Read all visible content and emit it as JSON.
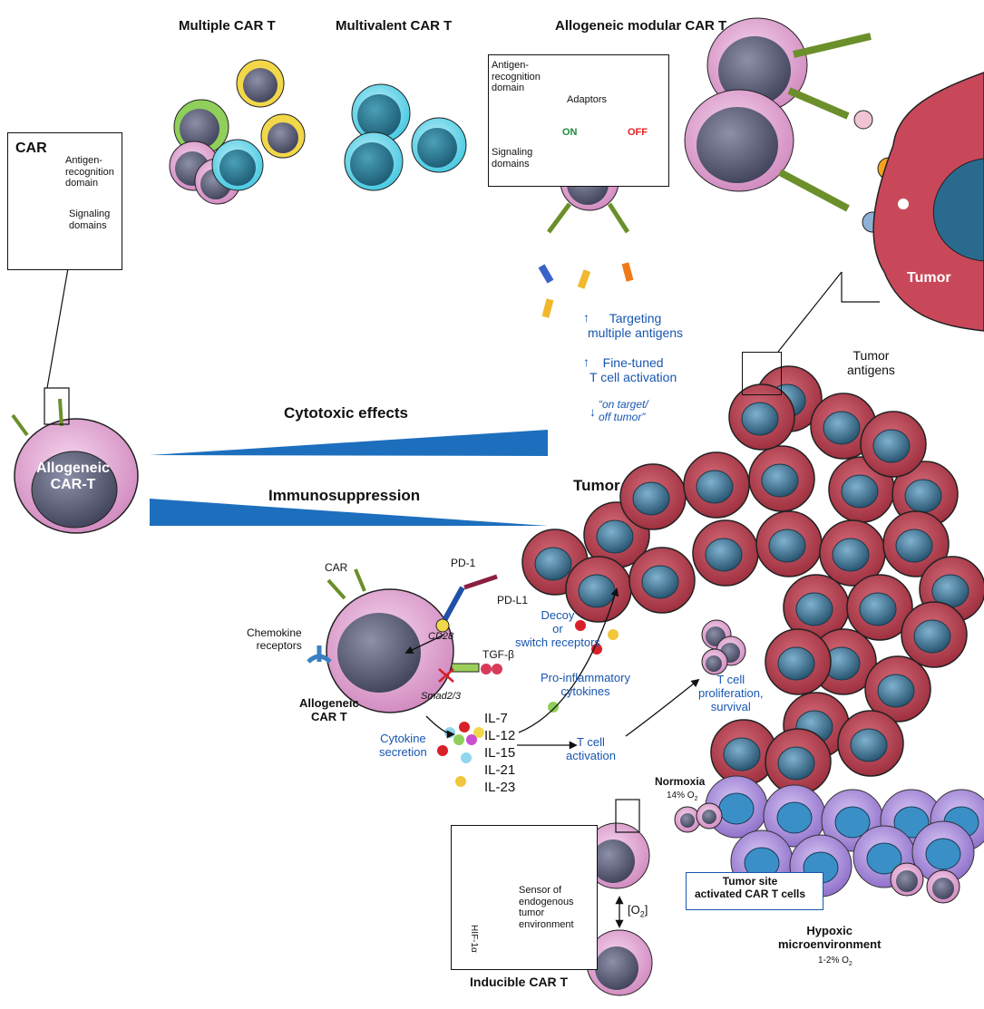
{
  "colors": {
    "accent_blue": "#1756b0",
    "tumor_red": "#b23a4a",
    "tumor_nucleus": "#2f6f93",
    "car_pink": "#e6a8d6",
    "t_cell_nucleus": "#5a5e78",
    "hypoxic_purple": "#a98ad8",
    "on_green": "#1f8a3a",
    "off_red": "#e02020"
  },
  "titles": {
    "multiple": "Multiple CAR T",
    "multivalent": "Multivalent CAR T",
    "allogeneic_modular": "Allogeneic modular CAR T"
  },
  "car_box": {
    "title": "CAR",
    "antigen": "Antigen-\nrecognition\ndomain",
    "signaling": "Signaling\ndomains"
  },
  "modular_box": {
    "antigen": "Antigen-\nrecognition\ndomain",
    "adaptors": "Adaptors",
    "on": "ON",
    "off": "OFF",
    "signaling": "Signaling\ndomains"
  },
  "effects": {
    "targeting": "Targeting\nmultiple antigens",
    "finetuned": "Fine-tuned\nT cell activation",
    "ontarget": "“on target/\noff tumor”"
  },
  "main": {
    "cytotoxic": "Cytotoxic effects",
    "immunosuppression": "Immunosuppression",
    "allo_cell": "Allogeneic\nCAR-T",
    "tumor": "Tumor",
    "tumor_top": "Tumor",
    "tumor_antigens": "Tumor\nantigens"
  },
  "mechanism": {
    "car": "CAR",
    "pd1": "PD-1",
    "pdl1": "PD-L1",
    "chemokine": "Chemokine\nreceptors",
    "cd28": "CD28",
    "tgfb": "TGF-β",
    "smad": "Smad2/3",
    "decoy": "Decoy\nor\nswitch receptors",
    "allo_t": "Allogeneic\nCAR T",
    "proinflam": "Pro-inflammatory\ncytokines",
    "proliferation": "T cell\nproliferation,\nsurvival",
    "cytokine_secretion": "Cytokine\nsecretion",
    "il7": "IL-7",
    "il12": "IL-12",
    "il15": "IL-15",
    "il21": "IL-21",
    "il23": "IL-23",
    "t_activation": "T cell\nactivation"
  },
  "inducible": {
    "sensor": "Sensor of\nendogenous\ntumor\nenvironment",
    "hif": "HIF-1α",
    "o2": "[O",
    "o2_sub": "2",
    "o2_close": "]",
    "title": "Inducible CAR T",
    "normoxia": "Normoxia",
    "normoxia_o2": "14% O",
    "normoxia_sub": "2",
    "activated": "Tumor site\nactivated CAR T cells",
    "hypoxic": "Hypoxic\nmicroenvironment",
    "hypoxic_o2": "1-2% O",
    "hypoxic_sub": "2"
  }
}
